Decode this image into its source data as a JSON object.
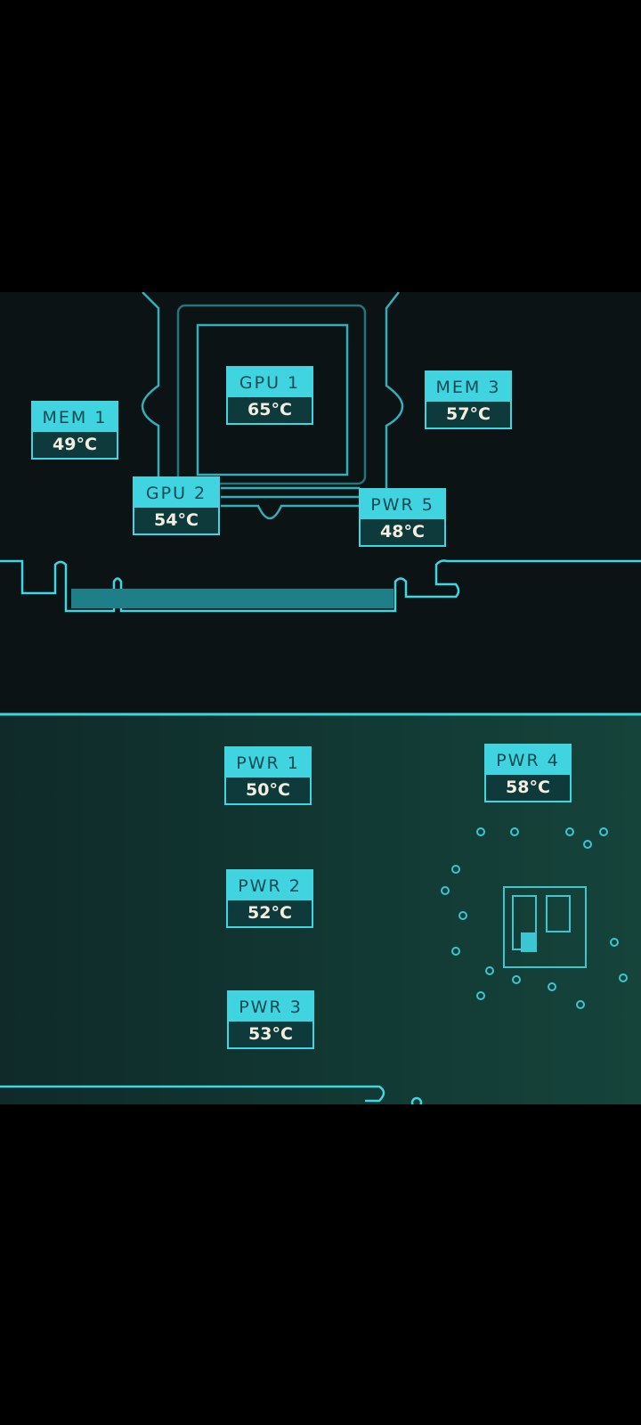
{
  "colors": {
    "trace": "#3fd6e2",
    "label_bg": "#3fd4e0",
    "value_bg": "#0f3a3c",
    "value_text": "#f2eee0"
  },
  "sensors": [
    {
      "id": "mem-1",
      "label": "MEM 1",
      "value": "49°C"
    },
    {
      "id": "gpu-1",
      "label": "GPU 1",
      "value": "65°C"
    },
    {
      "id": "mem-3",
      "label": "MEM 3",
      "value": "57°C"
    },
    {
      "id": "gpu-2",
      "label": "GPU 2",
      "value": "54°C"
    },
    {
      "id": "pwr-5",
      "label": "PWR 5",
      "value": "48°C"
    },
    {
      "id": "pwr-1",
      "label": "PWR 1",
      "value": "50°C"
    },
    {
      "id": "pwr-4",
      "label": "PWR 4",
      "value": "58°C"
    },
    {
      "id": "pwr-2",
      "label": "PWR 2",
      "value": "52°C"
    },
    {
      "id": "pwr-3",
      "label": "PWR 3",
      "value": "53°C"
    }
  ]
}
